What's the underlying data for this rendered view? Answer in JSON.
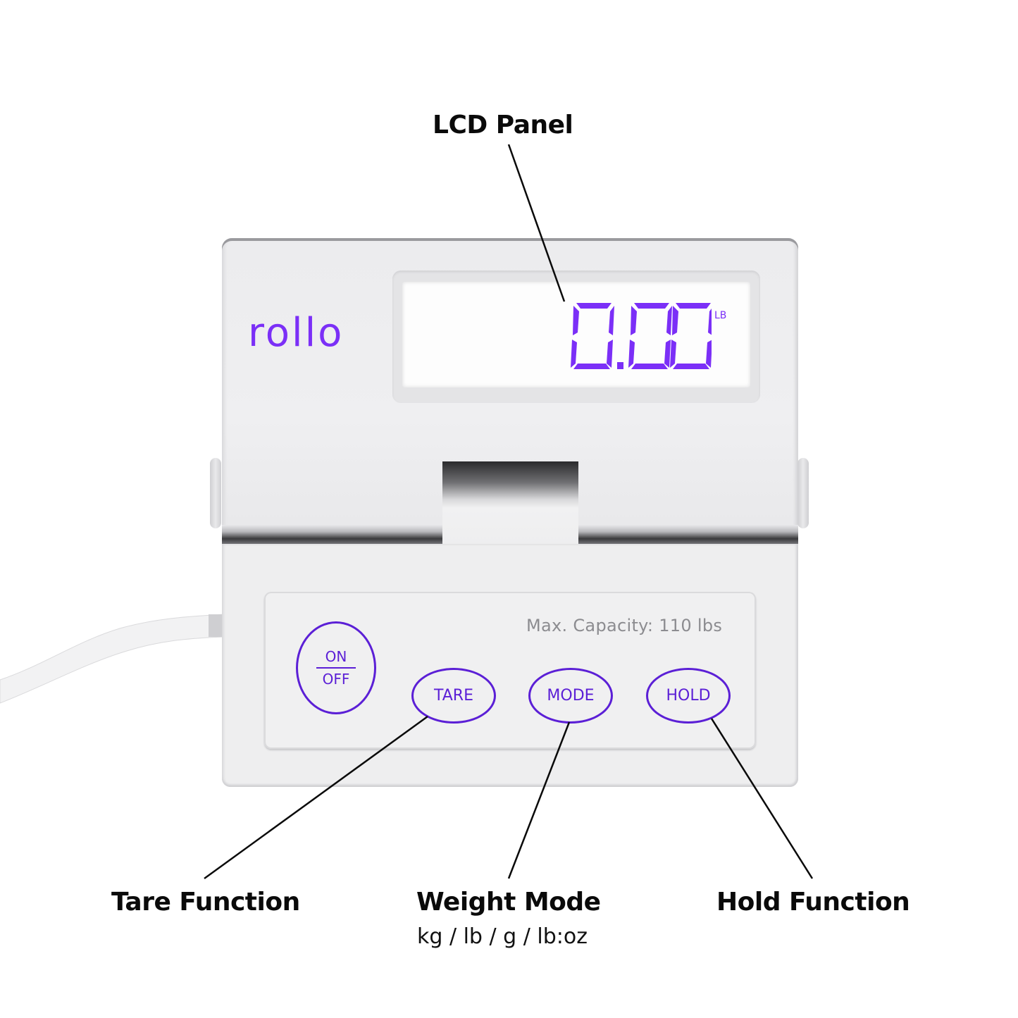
{
  "callouts": {
    "lcd_panel": "LCD Panel",
    "tare": "Tare Function",
    "weight_mode": "Weight Mode",
    "weight_mode_units": "kg / lb / g / lb:oz",
    "hold": "Hold Function"
  },
  "device": {
    "brand": "rollo",
    "display": {
      "reading": "0.00",
      "unit": "LB"
    },
    "capacity_label": "Max. Capacity: 110 lbs",
    "buttons": {
      "on": "ON",
      "off": "OFF",
      "tare": "TARE",
      "mode": "MODE",
      "hold": "HOLD"
    }
  },
  "colors": {
    "accent_purple": "#7b2ff7",
    "button_outline": "#5b1fd6",
    "body_gray": "#eeeeef",
    "callout_text": "#0a0a0a"
  }
}
